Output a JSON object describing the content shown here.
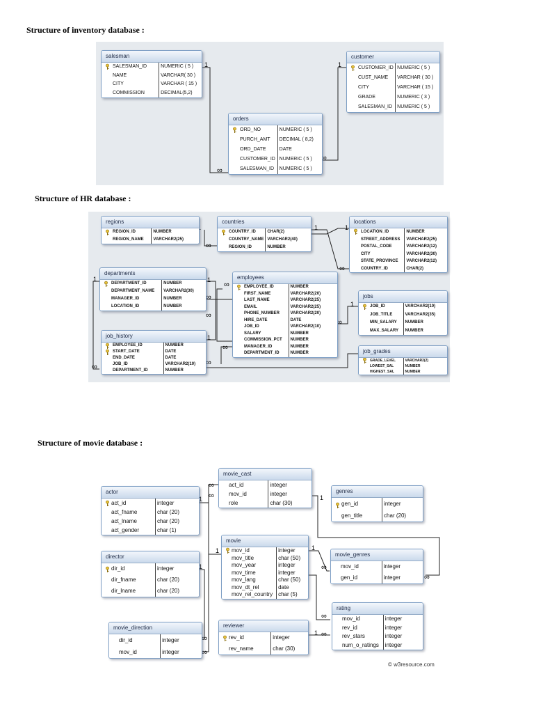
{
  "inventory": {
    "title": "Structure of inventory database :",
    "tables": [
      {
        "key": "salesman",
        "name": "salesman",
        "columns": [
          {
            "name": "SALESMAN_ID",
            "type": "NUMERIC ( 5 )",
            "pk": true
          },
          {
            "name": "NAME",
            "type": "VARCHAR( 30 )"
          },
          {
            "name": "CITY",
            "type": "VARCHAR ( 15 )"
          },
          {
            "name": "COMMISSION",
            "type": "DECIMAL(5,2)"
          }
        ]
      },
      {
        "key": "customer",
        "name": "customer",
        "columns": [
          {
            "name": "CUSTOMER_ID",
            "type": "NUMERIC ( 5 )",
            "pk": true
          },
          {
            "name": "CUST_NAME",
            "type": "VARCHAR ( 30 )"
          },
          {
            "name": "CITY",
            "type": "VARCHAR ( 15 )"
          },
          {
            "name": "GRADE",
            "type": "NUMERIC ( 3 )"
          },
          {
            "name": "SALESMAN_ID",
            "type": "NUMERIC ( 5 )"
          }
        ]
      },
      {
        "key": "orders",
        "name": "orders",
        "columns": [
          {
            "name": "ORD_NO",
            "type": "NUMERIC ( 5 )",
            "pk": true
          },
          {
            "name": "PURCH_AMT",
            "type": "DECIMAL ( 8,2)"
          },
          {
            "name": "ORD_DATE",
            "type": "DATE"
          },
          {
            "name": "CUSTOMER_ID",
            "type": "NUMERIC ( 5 )"
          },
          {
            "name": "SALESMAN_ID",
            "type": "NUMERIC ( 5 )"
          }
        ]
      }
    ]
  },
  "hr": {
    "title": "Structure of HR database :",
    "tables": [
      {
        "key": "regions",
        "name": "regions",
        "columns": [
          {
            "name": "REGION_ID",
            "type": "NUMBER",
            "pk": true
          },
          {
            "name": "REGION_NAME",
            "type": "VARCHAR2(25)"
          }
        ]
      },
      {
        "key": "countries",
        "name": "countries",
        "columns": [
          {
            "name": "COUNTRY_ID",
            "type": "CHAR(2)",
            "pk": true
          },
          {
            "name": "COUNTRY_NAME",
            "type": "VARCHAR2(40)"
          },
          {
            "name": "REGION_ID",
            "type": "NUMBER"
          }
        ]
      },
      {
        "key": "locations",
        "name": "locations",
        "columns": [
          {
            "name": "LOCATION_ID",
            "type": "NUMBER",
            "pk": true
          },
          {
            "name": "STREET_ADDRESS",
            "type": "VARCHAR2(25)"
          },
          {
            "name": "POSTAL_CODE",
            "type": "VARCHAR2(12)"
          },
          {
            "name": "CITY",
            "type": "VARCHAR2(30)"
          },
          {
            "name": "STATE_PROVINCE",
            "type": "VARCHAR2(12)"
          },
          {
            "name": "COUNTRY_ID",
            "type": "CHAR(2)"
          }
        ]
      },
      {
        "key": "departments",
        "name": "departments",
        "columns": [
          {
            "name": "DEPARTMENT_ID",
            "type": "NUMBER",
            "pk": true
          },
          {
            "name": "DEPARTMENT_NAME",
            "type": "VARCHAR2(30)"
          },
          {
            "name": "MANAGER_ID",
            "type": "NUMBER"
          },
          {
            "name": "LOCATION_ID",
            "type": "NUMBER"
          }
        ]
      },
      {
        "key": "employees",
        "name": "employees",
        "columns": [
          {
            "name": "EMPLOYEE_ID",
            "type": "NUMBER",
            "pk": true
          },
          {
            "name": "FIRST_NAME",
            "type": "VARCHAR2(20)"
          },
          {
            "name": "LAST_NAME",
            "type": "VARCHAR2(25)"
          },
          {
            "name": "EMAIL",
            "type": "VARCHAR2(25)"
          },
          {
            "name": "PHONE_NUMBER",
            "type": "VARCHAR2(20)"
          },
          {
            "name": "HIRE_DATE",
            "type": "DATE"
          },
          {
            "name": "JOB_ID",
            "type": "VARCHAR2(10)"
          },
          {
            "name": "SALARY",
            "type": "NUMBER"
          },
          {
            "name": "COMMISSION_PCT",
            "type": "NUMBER"
          },
          {
            "name": "MANAGER_ID",
            "type": "NUMBER"
          },
          {
            "name": "DEPARTMENT_ID",
            "type": "NUMBER"
          }
        ]
      },
      {
        "key": "jobs",
        "name": "jobs",
        "columns": [
          {
            "name": "JOB_ID",
            "type": "VARCHAR2(10)",
            "pk": true
          },
          {
            "name": "JOB_TITLE",
            "type": "VARCHAR2(35)"
          },
          {
            "name": "MIN_SALARY",
            "type": "NUMBER"
          },
          {
            "name": "MAX_SALARY",
            "type": "NUMBER"
          }
        ]
      },
      {
        "key": "job_history",
        "name": "job_history",
        "columns": [
          {
            "name": "EMPLOYEE_ID",
            "type": "NUMBER",
            "pk": true
          },
          {
            "name": "START_DATE",
            "type": "DATE",
            "pk": true
          },
          {
            "name": "END_DATE",
            "type": "DATE"
          },
          {
            "name": "JOB_ID",
            "type": "VARCHAR2(10)"
          },
          {
            "name": "DEPARTMENT_ID",
            "type": "NUMBER"
          }
        ]
      },
      {
        "key": "job_grades",
        "name": "job_grades",
        "columns": [
          {
            "name": "GRADE_LEVEL",
            "type": "VARCHAR2(2)",
            "pk": true
          },
          {
            "name": "LOWEST_SAL",
            "type": "NUMBER"
          },
          {
            "name": "HIGHEST_SAL",
            "type": "NUMBER"
          }
        ]
      }
    ]
  },
  "movie": {
    "title": "Structure of movie database :",
    "copyright": "© w3resource.com",
    "tables": [
      {
        "key": "actor",
        "name": "actor",
        "columns": [
          {
            "name": "act_id",
            "type": "integer",
            "pk": true
          },
          {
            "name": "act_fname",
            "type": "char (20)"
          },
          {
            "name": "act_lname",
            "type": "char (20)"
          },
          {
            "name": "act_gender",
            "type": "char (1)"
          }
        ]
      },
      {
        "key": "movie_cast",
        "name": "movie_cast",
        "columns": [
          {
            "name": "act_id",
            "type": "integer"
          },
          {
            "name": "mov_id",
            "type": "integer"
          },
          {
            "name": "role",
            "type": "char (30)"
          }
        ]
      },
      {
        "key": "genres",
        "name": "genres",
        "columns": [
          {
            "name": "gen_id",
            "type": "integer",
            "pk": true
          },
          {
            "name": "gen_title",
            "type": "char (20)"
          }
        ]
      },
      {
        "key": "director",
        "name": "director",
        "columns": [
          {
            "name": "dir_id",
            "type": "integer",
            "pk": true
          },
          {
            "name": "dir_fname",
            "type": "char (20)"
          },
          {
            "name": "dir_lname",
            "type": "char (20)"
          }
        ]
      },
      {
        "key": "movie",
        "name": "movie",
        "columns": [
          {
            "name": "mov_id",
            "type": "integer",
            "pk": true
          },
          {
            "name": "mov_title",
            "type": "char (50)"
          },
          {
            "name": "mov_year",
            "type": "integer"
          },
          {
            "name": "mov_time",
            "type": "integer"
          },
          {
            "name": "mov_lang",
            "type": "char (50)"
          },
          {
            "name": "mov_dt_rel",
            "type": "date"
          },
          {
            "name": "mov_rel_country",
            "type": "char (5)"
          }
        ]
      },
      {
        "key": "movie_genres",
        "name": "movie_genres",
        "columns": [
          {
            "name": "mov_id",
            "type": "integer"
          },
          {
            "name": "gen_id",
            "type": "integer"
          }
        ]
      },
      {
        "key": "movie_direction",
        "name": "movie_direction",
        "columns": [
          {
            "name": "dir_id",
            "type": "integer"
          },
          {
            "name": "mov_id",
            "type": "integer"
          }
        ]
      },
      {
        "key": "reviewer",
        "name": "reviewer",
        "columns": [
          {
            "name": "rev_id",
            "type": "integer",
            "pk": true
          },
          {
            "name": "rev_name",
            "type": "char (30)"
          }
        ]
      },
      {
        "key": "rating",
        "name": "rating",
        "columns": [
          {
            "name": "mov_id",
            "type": "integer"
          },
          {
            "name": "rev_id",
            "type": "integer"
          },
          {
            "name": "rev_stars",
            "type": "integer"
          },
          {
            "name": "num_o_ratings",
            "type": "integer"
          }
        ]
      }
    ]
  }
}
